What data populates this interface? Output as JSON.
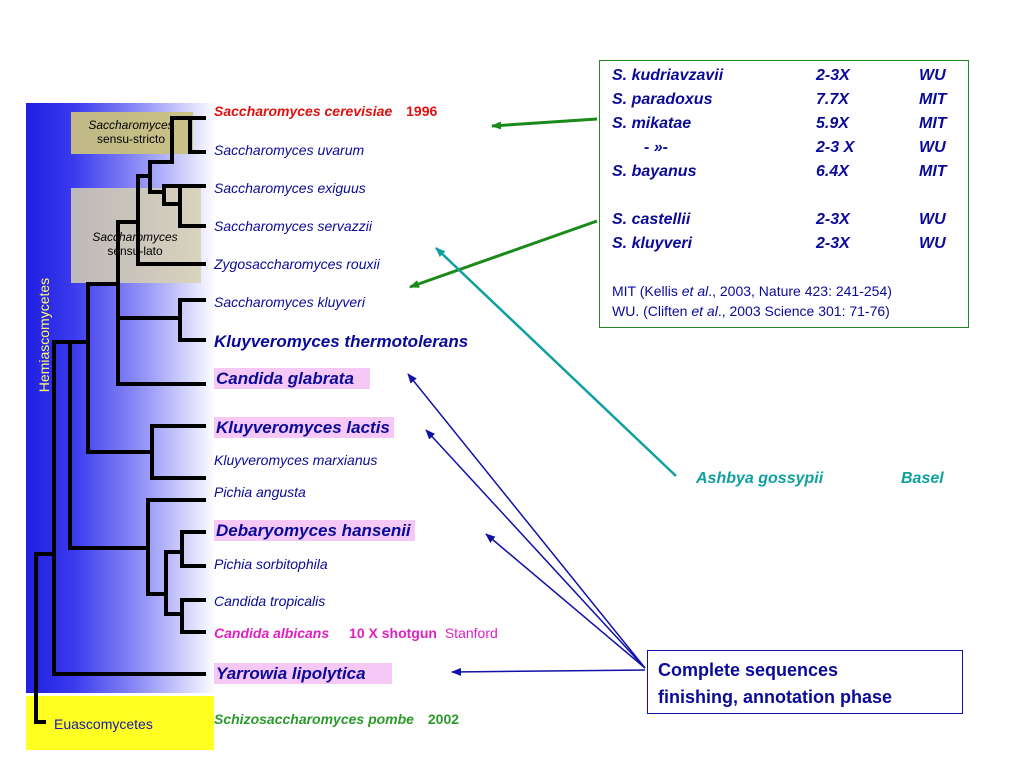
{
  "labels": {
    "hemiascomycetes": "Hemiascomycetes",
    "euascomycetes": "Euascomycetes",
    "sensu_stricto_1": "Saccharomyces",
    "sensu_stricto_2": "sensu-stricto",
    "sensu_lato_1": "Saccharomyces",
    "sensu_lato_2": "sensu-lato"
  },
  "species": {
    "cerevisiae": "Saccharomyces cerevisiae",
    "cerevisiae_year": "1996",
    "uvarum": "Saccharomyces  uvarum",
    "exiguus": "Saccharomyces exiguus",
    "servazzii": "Saccharomyces servazzii",
    "rouxii": "Zygosaccharomyces rouxii",
    "kluyveri": "Saccharomyces kluyveri",
    "thermotolerans": "Kluyveromyces thermotolerans",
    "glabrata": "Candida glabrata",
    "lactis": "Kluyveromyces lactis",
    "marxianus": "Kluyveromyces marxianus",
    "angusta": "Pichia angusta",
    "hansenii": "Debaryomyces hansenii",
    "sorbitophila": "Pichia sorbitophila",
    "tropicalis": "Candida tropicalis",
    "albicans": "Candida albicans",
    "albicans_shotgun": "10 X shotgun",
    "albicans_center": "Stanford",
    "lipolytica": "Yarrowia lipolytica",
    "pombe": "Schizosaccharomyces pombe",
    "pombe_year": "2002"
  },
  "sequencing_table": {
    "rows": [
      {
        "species": "S. kudriavzavii",
        "coverage": "2-3X",
        "center": "WU"
      },
      {
        "species": "S. paradoxus",
        "coverage": "7.7X",
        "center": "MIT"
      },
      {
        "species": "S. mikatae",
        "coverage": "5.9X",
        "center": "MIT"
      },
      {
        "species": "- »-",
        "coverage": "2-3 X",
        "center": "WU"
      },
      {
        "species": "S. bayanus",
        "coverage": "6.4X",
        "center": "MIT"
      },
      {
        "species": "S. castellii",
        "coverage": "2-3X",
        "center": "WU"
      },
      {
        "species": "S. kluyveri",
        "coverage": "2-3X",
        "center": "WU"
      }
    ],
    "ref_mit_a": "MIT  (Kellis ",
    "ref_mit_etal": "et al",
    "ref_mit_b": "., 2003, Nature 423: 241-254)",
    "ref_wu_a": "WU.  (Cliften ",
    "ref_wu_etal": "et al",
    "ref_wu_b": "., 2003 Science 301: 71-76)"
  },
  "ashbya": "Ashbya gossypii",
  "basel": "Basel",
  "complete_line1": "Complete sequences",
  "complete_line2": "finishing, annotation phase",
  "colors": {
    "tree": "#000000",
    "arrow_green": "#1a8a1a",
    "arrow_teal": "#10a0a0",
    "arrow_blue": "#1010aa",
    "cerevisiae_red": "#e01010",
    "albicans_magenta": "#e020c0",
    "pombe_green": "#2a9a2a"
  }
}
